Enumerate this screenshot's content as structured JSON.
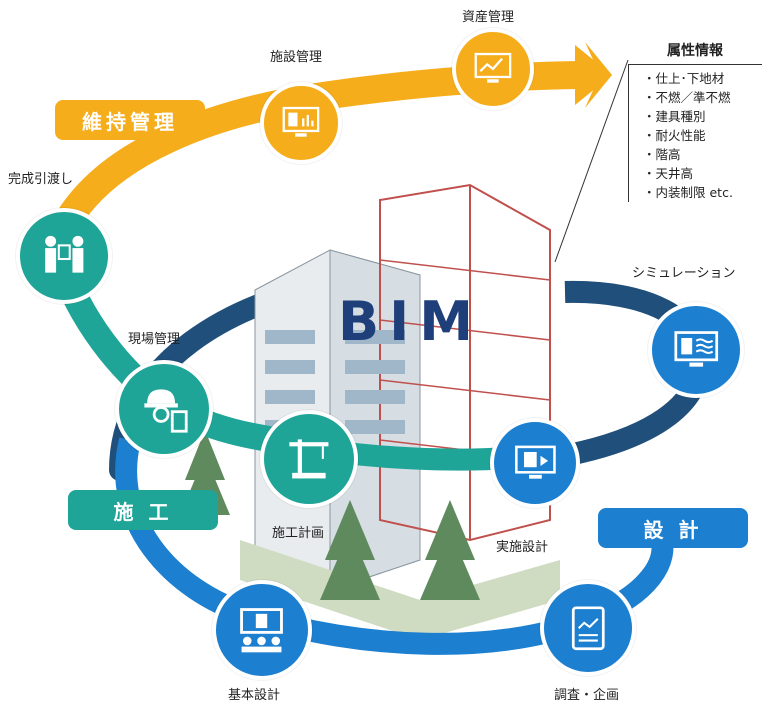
{
  "diagram": {
    "center_label": "BIM",
    "phases": {
      "maintenance": "維持管理",
      "construction": "施 工",
      "design": "設 計"
    },
    "steps": {
      "asset_management": "資産管理",
      "facility_management": "施設管理",
      "handover": "完成引渡し",
      "site_management": "現場管理",
      "construction_planning": "施工計画",
      "basic_design": "基本設計",
      "survey_planning": "調査・企画",
      "detailed_design": "実施設計",
      "simulation": "シミュレーション"
    },
    "attributes": {
      "title": "属性情報",
      "items": [
        "・仕上･下地材",
        "・不燃／準不燃",
        "・建具種別",
        "・耐火性能",
        "・階高",
        "・天井高",
        "・内装制限 etc."
      ]
    },
    "colors": {
      "maintenance": "#f5ad1b",
      "construction": "#1fa597",
      "design": "#1c7fd0",
      "dark_ring": "#1f4f7a",
      "bim_text": "#1f3f7a"
    }
  }
}
